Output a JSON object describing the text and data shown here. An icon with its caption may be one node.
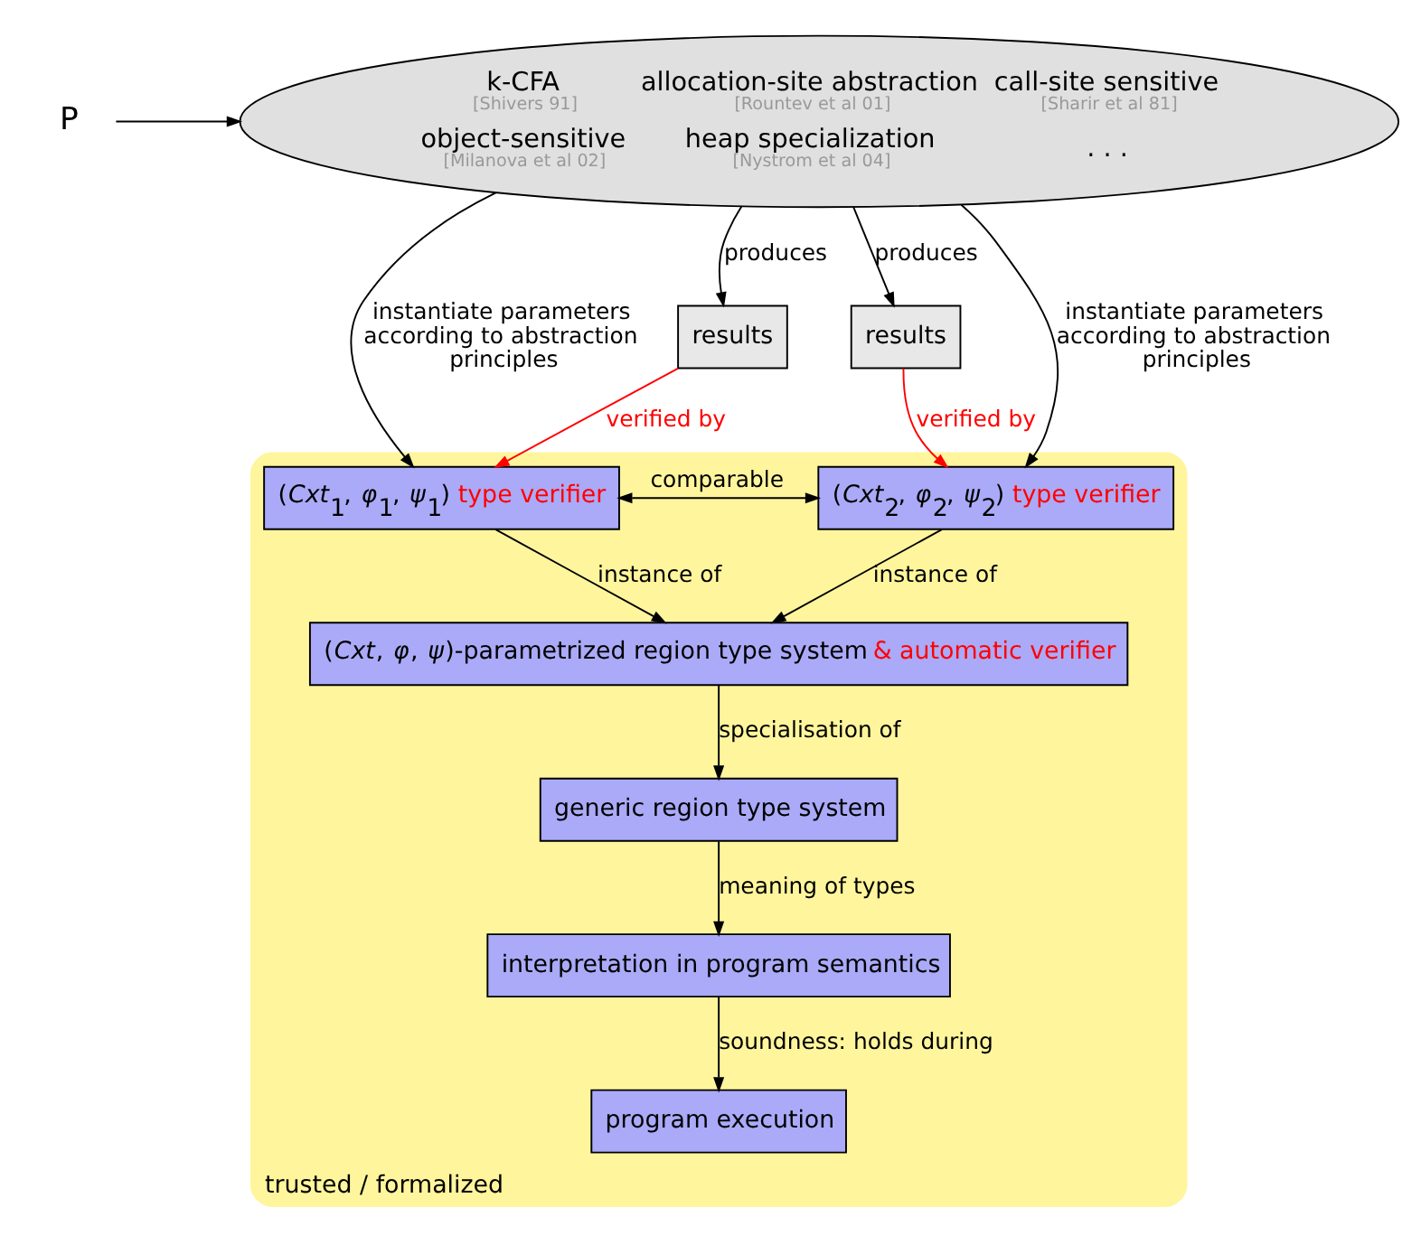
{
  "diagram": {
    "nodes": [
      {
        "text": [
          "k-CFA",
          "[Shivers 91]",
          "allocation-site abstraction",
          "[Rountev et al 01]",
          "call-site sensitive",
          "[Sharir et al 81]",
          "object-sensitive",
          "[Milanova et al 02]",
          "heap specialization",
          "[Nystrom et al 04]",
          ". . ."
        ]
      },
      {
        "text": [
          "P"
        ]
      },
      {
        "text": [
          "results"
        ]
      },
      {
        "text": [
          "results"
        ]
      },
      {
        "text": [
          "trusted / formalized"
        ]
      },
      {
        "text": [
          "(*Cxt*$_{1}$, *φ*$_{1}$, *ψ*$_{1}$)",
          "type verifier"
        ],
        "in": 4
      },
      {
        "text": [
          "(*Cxt*$_{2}$, *φ*$_{2}$, *ψ*$_{2}$)",
          "type verifier"
        ],
        "in": 4
      },
      {
        "text": [
          "(*Cxt*, *φ*, *ψ*)-parametrized region type system",
          "& automatic verifier"
        ],
        "in": 4
      },
      {
        "text": [
          "generic region type system"
        ],
        "in": 4
      },
      {
        "text": [
          "interpretation in program semantics"
        ],
        "in": 4
      },
      {
        "text": [
          "program execution"
        ],
        "in": 4
      }
    ],
    "edges": [
      {
        "from": 1,
        "to": 0,
        "arrow": "to"
      },
      {
        "from": 0,
        "to": 5,
        "arrow": "to",
        "label": "instantiate parameters according to abstraction principles"
      },
      {
        "from": 0,
        "to": 2,
        "arrow": "to",
        "label": "produces"
      },
      {
        "from": 0,
        "to": 3,
        "arrow": "to",
        "label": "produces"
      },
      {
        "from": 0,
        "to": 6,
        "arrow": "to",
        "label": "instantiate parameters according to abstraction principles"
      },
      {
        "from": 2,
        "to": 5,
        "arrow": "to",
        "label": "verified by",
        "color": "#ff0000"
      },
      {
        "from": 3,
        "to": 6,
        "arrow": "to",
        "label": "verified by",
        "color": "#ff0000"
      },
      {
        "from": 5,
        "to": 6,
        "arrow": "both",
        "label": "comparable"
      },
      {
        "from": 5,
        "to": 7,
        "arrow": "to",
        "label": "instance of"
      },
      {
        "from": 6,
        "to": 7,
        "arrow": "to",
        "label": "instance of"
      },
      {
        "from": 7,
        "to": 8,
        "arrow": "to",
        "label": "specialisation of"
      },
      {
        "from": 8,
        "to": 9,
        "arrow": "to",
        "label": "meaning of types"
      },
      {
        "from": 9,
        "to": 10,
        "arrow": "to",
        "label": "soundness: holds during"
      }
    ]
  }
}
